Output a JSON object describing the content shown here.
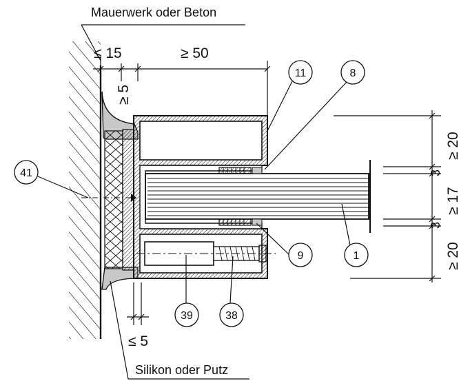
{
  "labels": {
    "material_top": "Mauerwerk oder Beton",
    "material_bottom": "Silikon oder Putz"
  },
  "dimensions": {
    "left_gap": "≤ 15",
    "frame_width": "≥ 50",
    "joint_top": "≥ 5",
    "joint_bottom": "≤ 5",
    "right_top": "≥ 20",
    "right_small_top": "3",
    "right_mid": "≥ 17",
    "right_small_bottom": "3",
    "right_bottom": "≥ 20"
  },
  "callouts": {
    "c11": "11",
    "c8": "8",
    "c41": "41",
    "c9": "9",
    "c1": "1",
    "c39": "39",
    "c38": "38"
  },
  "colors": {
    "line": "#111111",
    "fill_gray": "#c8c8c8",
    "background": "#ffffff"
  }
}
